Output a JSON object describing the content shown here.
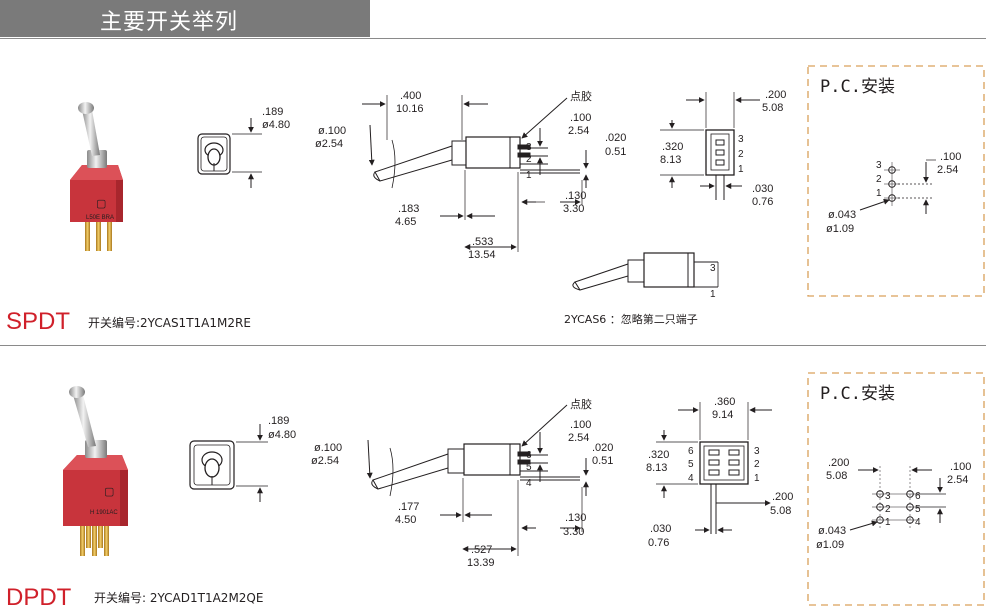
{
  "header": {
    "title": "主要开关举列"
  },
  "spdt": {
    "model": "SPDT",
    "part_no": "开关编号:2YCAS1T1A1M2RE",
    "front_dims": [
      ".189",
      "ø4.80"
    ],
    "side": {
      "diameter": [
        "ø.100",
        "ø2.54"
      ],
      "length_top": [
        ".400",
        "10.16"
      ],
      "glue_label": "点胶",
      "pitch": [
        ".100",
        "2.54"
      ],
      "pin_thk": [
        ".020",
        "0.51"
      ],
      "pin_len": [
        ".130",
        "3.30"
      ],
      "bush": [
        ".183",
        "4.65"
      ],
      "body": [
        ".533",
        "13.54"
      ],
      "pins": [
        "3",
        "2",
        "1"
      ]
    },
    "back": {
      "width": [
        ".200",
        "5.08"
      ],
      "height": [
        ".320",
        "8.13"
      ],
      "pin_w": [
        ".030",
        "0.76"
      ],
      "pins": [
        "3",
        "2",
        "1"
      ]
    },
    "variant": {
      "note": "2YCAS6 ：忽略第二只端子",
      "pins": [
        "3",
        "1"
      ]
    },
    "pc": {
      "title": "P.C.安装",
      "pitch": [
        ".100",
        "2.54"
      ],
      "hole": [
        "ø.043",
        "ø1.09"
      ],
      "pins": [
        "3",
        "2",
        "1"
      ]
    },
    "body_marking": "L50E BRA"
  },
  "dpdt": {
    "model": "DPDT",
    "part_no": "开关编号: 2YCAD1T1A2M2QE",
    "front_dims": [
      ".189",
      "ø4.80"
    ],
    "side": {
      "diameter": [
        "ø.100",
        "ø2.54"
      ],
      "glue_label": "点胶",
      "pitch": [
        ".100",
        "2.54"
      ],
      "pin_thk": [
        ".020",
        "0.51"
      ],
      "pin_len": [
        ".130",
        "3.30"
      ],
      "bush": [
        ".177",
        "4.50"
      ],
      "body": [
        ".527",
        "13.39"
      ],
      "pins": [
        "6",
        "5",
        "4"
      ]
    },
    "back": {
      "width": [
        ".360",
        "9.14"
      ],
      "height": [
        ".320",
        "8.13"
      ],
      "pin_spacing": [
        ".200",
        "5.08"
      ],
      "pin_w": [
        ".030",
        "0.76"
      ],
      "pins_left": [
        "6",
        "5",
        "4"
      ],
      "pins_right": [
        "3",
        "2",
        "1"
      ]
    },
    "pc": {
      "title": "P.C.安装",
      "row_pitch": [
        ".200",
        "5.08"
      ],
      "pitch": [
        ".100",
        "2.54"
      ],
      "hole": [
        "ø.043",
        "ø1.09"
      ],
      "pins_left": [
        "3",
        "2",
        "1"
      ],
      "pins_right": [
        "6",
        "5",
        "4"
      ]
    },
    "body_marking": "H 1901AC"
  },
  "colors": {
    "header_bg": "#7a7a7a",
    "switch_red": "#c8343c",
    "model_red": "#d0202a",
    "pc_border": "#d9a05a"
  }
}
